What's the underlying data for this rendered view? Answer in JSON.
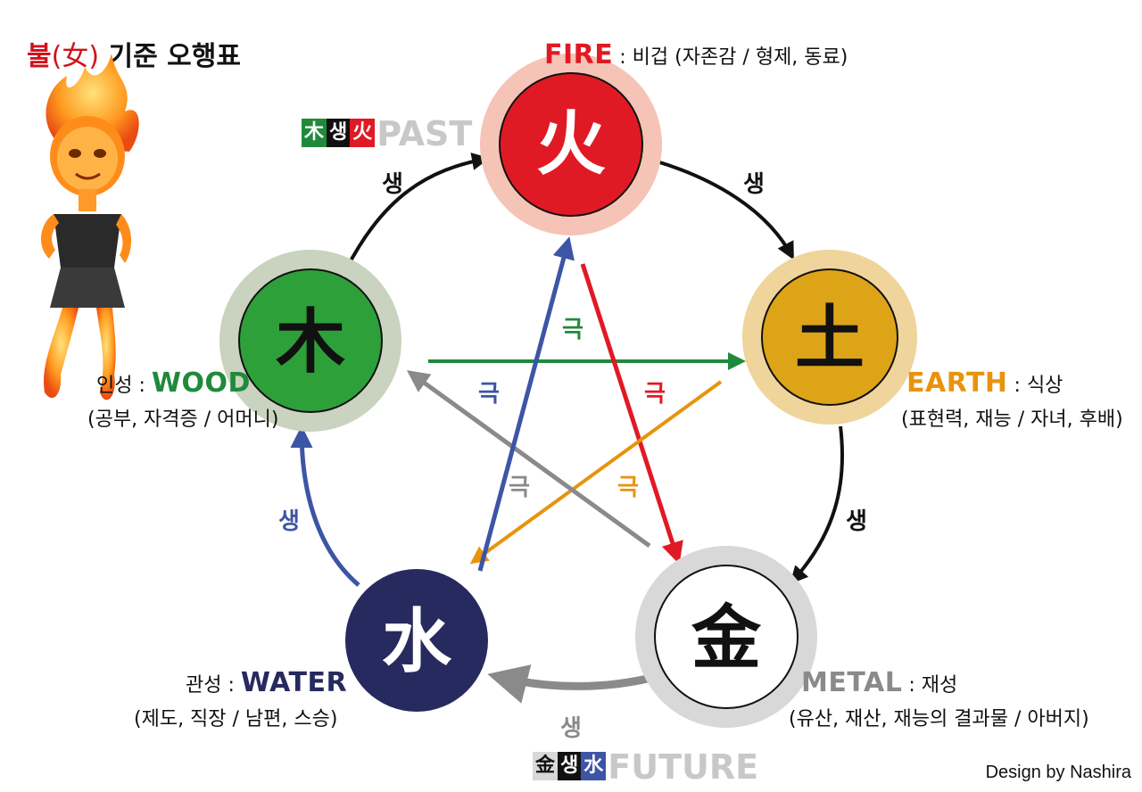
{
  "title": {
    "main": "불",
    "paren": "(女)",
    "rest": " 기준 오행표"
  },
  "elements": {
    "fire": {
      "char": "火",
      "name": "FIRE",
      "role": " : 비겁 (자존감 / 형제, 동료)",
      "color": "#e01a24",
      "ring": "#f5c4b6"
    },
    "earth": {
      "char": "土",
      "name": "EARTH",
      "role": " : 식상",
      "detail": "(표현력, 재능 / 자녀, 후배)",
      "color": "#dea418",
      "ring": "#efd49c"
    },
    "metal": {
      "char": "金",
      "name": "METAL",
      "role": " : 재성",
      "detail": "(유산, 재산, 재능의 결과물 / 아버지)",
      "color": "#ffffff",
      "ring": "#d8d8d8"
    },
    "water": {
      "char": "水",
      "name": "WATER",
      "role_prefix": "관성 : ",
      "detail": "(제도, 직장 / 남편, 스승)",
      "color": "#262a5e",
      "ring": "#ffffff"
    },
    "wood": {
      "char": "木",
      "name": "WOOD",
      "role_prefix": "인성 : ",
      "detail": "(공부, 자격증 / 어머니)",
      "color": "#2ea03a",
      "ring": "#c9d3bf"
    }
  },
  "cycle_labels": {
    "saeng": "생",
    "geuk": "극"
  },
  "past": {
    "tags": [
      "木",
      "생",
      "火"
    ],
    "word": "PAST"
  },
  "future": {
    "tags": [
      "金",
      "생",
      "水"
    ],
    "word": "FUTURE"
  },
  "credit": "Design by Nashira"
}
